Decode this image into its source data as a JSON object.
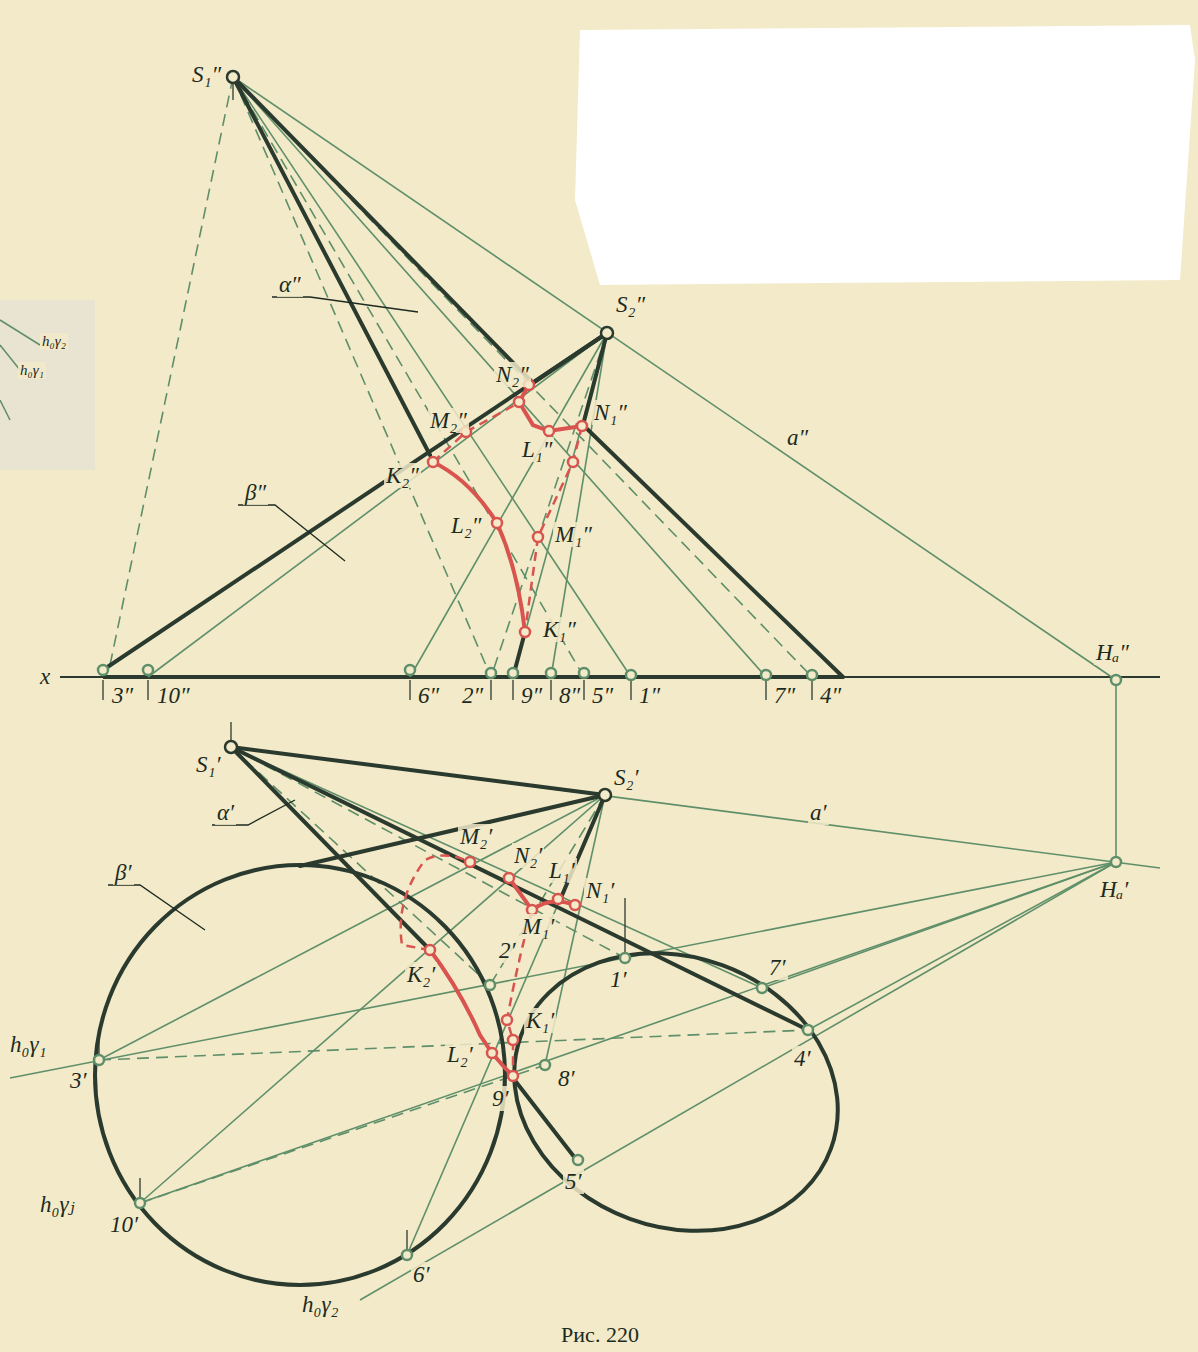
{
  "diagram": {
    "caption": "Рис. 220",
    "labels": [
      "S₁″",
      "S₂″",
      "α″",
      "β″",
      "N₂″",
      "M₂″",
      "N₁″",
      "L₁″",
      "K₂″",
      "L₂″",
      "M₁″",
      "K₁″",
      "a″",
      "x",
      "3″",
      "10″",
      "6″",
      "2″",
      "9″",
      "8″",
      "5″",
      "1″",
      "7″",
      "4″",
      "Hₐ″",
      "S₁′",
      "S₂′",
      "α′",
      "a′",
      "β′",
      "M₂′",
      "N₂′",
      "L₁′",
      "N₁′",
      "M₁′",
      "2′",
      "1′",
      "7′",
      "4′",
      "Hₐ′",
      "K₂′",
      "K₁′",
      "L₂′",
      "9′",
      "8′",
      "3′",
      "h₀γ₁",
      "10′",
      "h₀γⱼ",
      "5′",
      "6′",
      "h₀γ₂",
      "h₀γ₂",
      "h₀γ₁"
    ]
  }
}
